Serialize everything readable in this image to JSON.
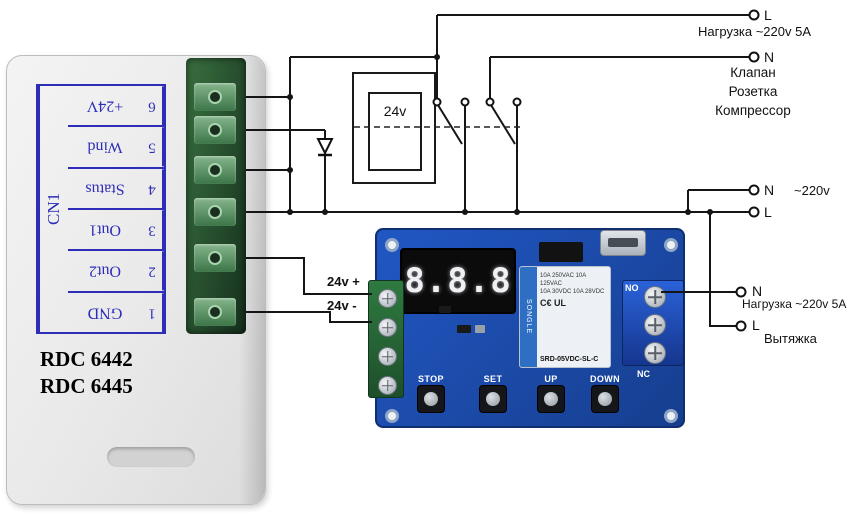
{
  "colors": {
    "pcb_blue": "#1e4fae",
    "terminal_green": "#2c6e3c",
    "schematic_blue": "#2d2db8"
  },
  "controller": {
    "connector": "CN1",
    "models": [
      "RDC 6442",
      "RDC 6445"
    ],
    "pins": [
      {
        "num": "6",
        "label": "+24V"
      },
      {
        "num": "5",
        "label": "Wind"
      },
      {
        "num": "4",
        "label": "Status"
      },
      {
        "num": "3",
        "label": "Out1"
      },
      {
        "num": "2",
        "label": "Out2"
      },
      {
        "num": "1",
        "label": "GND"
      }
    ]
  },
  "coil": {
    "label": "24v"
  },
  "wiring": {
    "supply_plus": "24v +",
    "supply_minus": "24v -"
  },
  "pcb": {
    "display": "8.8.8",
    "buttons": [
      "STOP",
      "SET",
      "UP",
      "DOWN"
    ],
    "no_label": "NO",
    "nc_label": "NC",
    "relay": {
      "brand": "SONGLE",
      "rating1": "10A 250VAC 10A 125VAC",
      "rating2": "10A 30VDC 10A 28VDC",
      "certs": "C€ UL",
      "model": "SRD-05VDC-SL-C"
    }
  },
  "endpoints": {
    "load_top": {
      "l": "L",
      "n": "N",
      "load": "Нагрузка ~220v 5A",
      "devices": [
        "Клапан",
        "Розетка",
        "Компрессор"
      ]
    },
    "mains": {
      "n": "N",
      "l": "L",
      "voltage": "~220v"
    },
    "load_bottom": {
      "n": "N",
      "l": "L",
      "load": "Нагрузка ~220v 5A",
      "device": "Вытяжка"
    }
  }
}
